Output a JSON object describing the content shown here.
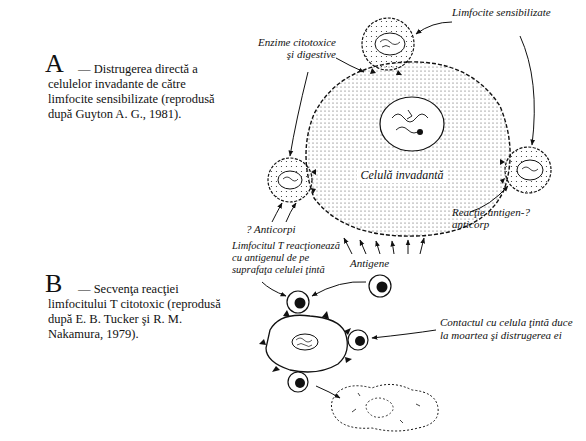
{
  "diagram": {
    "nodes": [
      {
        "text": [
          "Celulă invadantă"
        ]
      }
    ],
    "labels": [
      "A",
      "— Distrugerea directă a celulelor invadante de către limfocite sensibilizate (reprodusă după Guyton A. G., 1981).",
      "Enzime citotoxice şi digestive",
      "Limfocite sensibilizate",
      "? Anticorpi",
      "Reacţie antigen-? anticorp",
      "Antigene",
      "B",
      "— Secvenţa reacţiei limfocitului T citotoxic (reprodusă după E. B. Tucker şi R. M. Nakamura, 1979).",
      "Limfocitul T reacţionează cu antigenul de pe suprafaţa celulei ţintă",
      "Contactul cu celula ţintă duce la moartea şi distrugerea ei"
    ]
  }
}
